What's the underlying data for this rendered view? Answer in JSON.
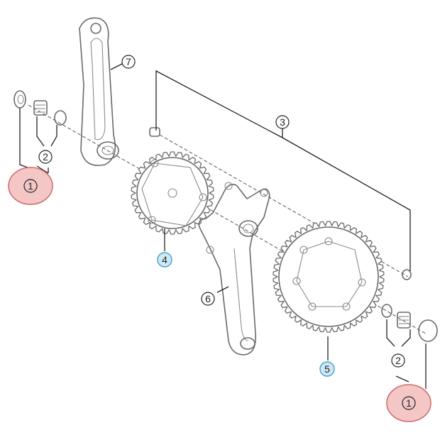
{
  "callouts": [
    {
      "id": "c1a",
      "label": "1",
      "highlight": "red"
    },
    {
      "id": "c2a",
      "label": "2",
      "highlight": "none"
    },
    {
      "id": "c7",
      "label": "7",
      "highlight": "none"
    },
    {
      "id": "c3",
      "label": "3",
      "highlight": "none"
    },
    {
      "id": "c4",
      "label": "4",
      "highlight": "blue"
    },
    {
      "id": "c6",
      "label": "6",
      "highlight": "none"
    },
    {
      "id": "c5",
      "label": "5",
      "highlight": "blue"
    },
    {
      "id": "c2b",
      "label": "2",
      "highlight": "none"
    },
    {
      "id": "c1b",
      "label": "1",
      "highlight": "red"
    }
  ],
  "colors": {
    "red_fill": "#f4c6c6",
    "red_stroke": "#d06a6a",
    "blue_fill": "#cde9f5",
    "blue_stroke": "#4a9ec9",
    "part_fill": "#f5f5f5"
  }
}
